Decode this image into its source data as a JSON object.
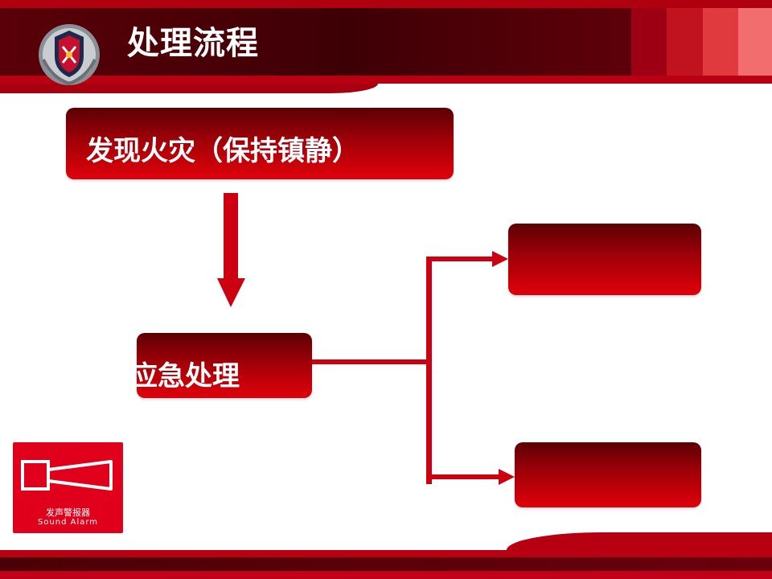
{
  "header": {
    "title": "处理流程"
  },
  "flow": {
    "step1": "发现火灾（保持镇静）",
    "step2": "应急处理",
    "branch_top": "",
    "branch_bottom": ""
  },
  "alarm_sign": {
    "label_cn": "发声警报器",
    "label_en": "Sound Alarm"
  },
  "colors": {
    "primary_red": "#c8000e",
    "dark_red": "#4a0006",
    "header_block_1": "#c1121f",
    "header_block_2": "#e03a3e",
    "header_block_3": "#f26d6d"
  },
  "icons": [
    "fire-emblem-icon",
    "sound-alarm-icon",
    "down-arrow-icon",
    "right-arrow-icon"
  ]
}
